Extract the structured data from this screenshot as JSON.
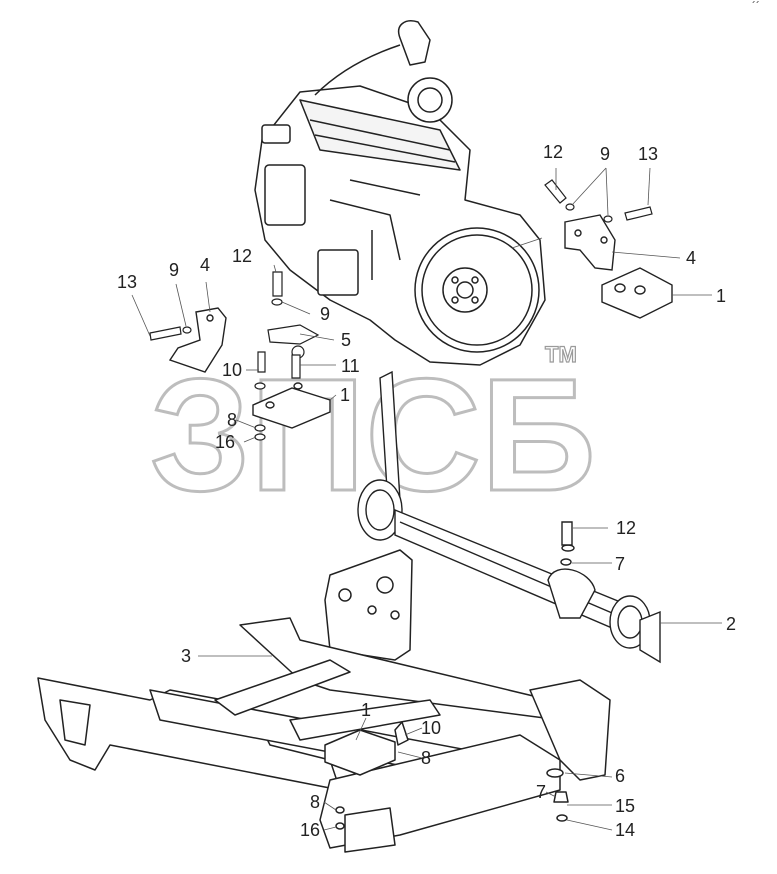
{
  "watermark": {
    "text": "ЗПСБ",
    "trademark": "TM"
  },
  "corner_mark": "´´",
  "callouts": [
    {
      "id": "c-12-top-right",
      "text": "12"
    },
    {
      "id": "c-9-top-right",
      "text": "9"
    },
    {
      "id": "c-13-top-right",
      "text": "13"
    },
    {
      "id": "c-4-right",
      "text": "4"
    },
    {
      "id": "c-1-right",
      "text": "1"
    },
    {
      "id": "c-13-left",
      "text": "13"
    },
    {
      "id": "c-9-left",
      "text": "9"
    },
    {
      "id": "c-4-left",
      "text": "4"
    },
    {
      "id": "c-12-left",
      "text": "12"
    },
    {
      "id": "c-9-mid",
      "text": "9"
    },
    {
      "id": "c-5-mid",
      "text": "5"
    },
    {
      "id": "c-10-mid",
      "text": "10"
    },
    {
      "id": "c-11-mid",
      "text": "11"
    },
    {
      "id": "c-1-mid",
      "text": "1"
    },
    {
      "id": "c-8-mid",
      "text": "8"
    },
    {
      "id": "c-16-mid",
      "text": "16"
    },
    {
      "id": "c-12-lower",
      "text": "12"
    },
    {
      "id": "c-7-lower",
      "text": "7"
    },
    {
      "id": "c-2-lower",
      "text": "2"
    },
    {
      "id": "c-3-frame",
      "text": "3"
    },
    {
      "id": "c-1-bottom",
      "text": "1"
    },
    {
      "id": "c-10-bottom",
      "text": "10"
    },
    {
      "id": "c-8-bottom",
      "text": "8"
    },
    {
      "id": "c-6-bottom",
      "text": "6"
    },
    {
      "id": "c-7-bottom",
      "text": "7"
    },
    {
      "id": "c-15-bottom",
      "text": "15"
    },
    {
      "id": "c-14-bottom",
      "text": "14"
    },
    {
      "id": "c-8-bottom-left",
      "text": "8"
    },
    {
      "id": "c-16-bottom-left",
      "text": "16"
    }
  ]
}
